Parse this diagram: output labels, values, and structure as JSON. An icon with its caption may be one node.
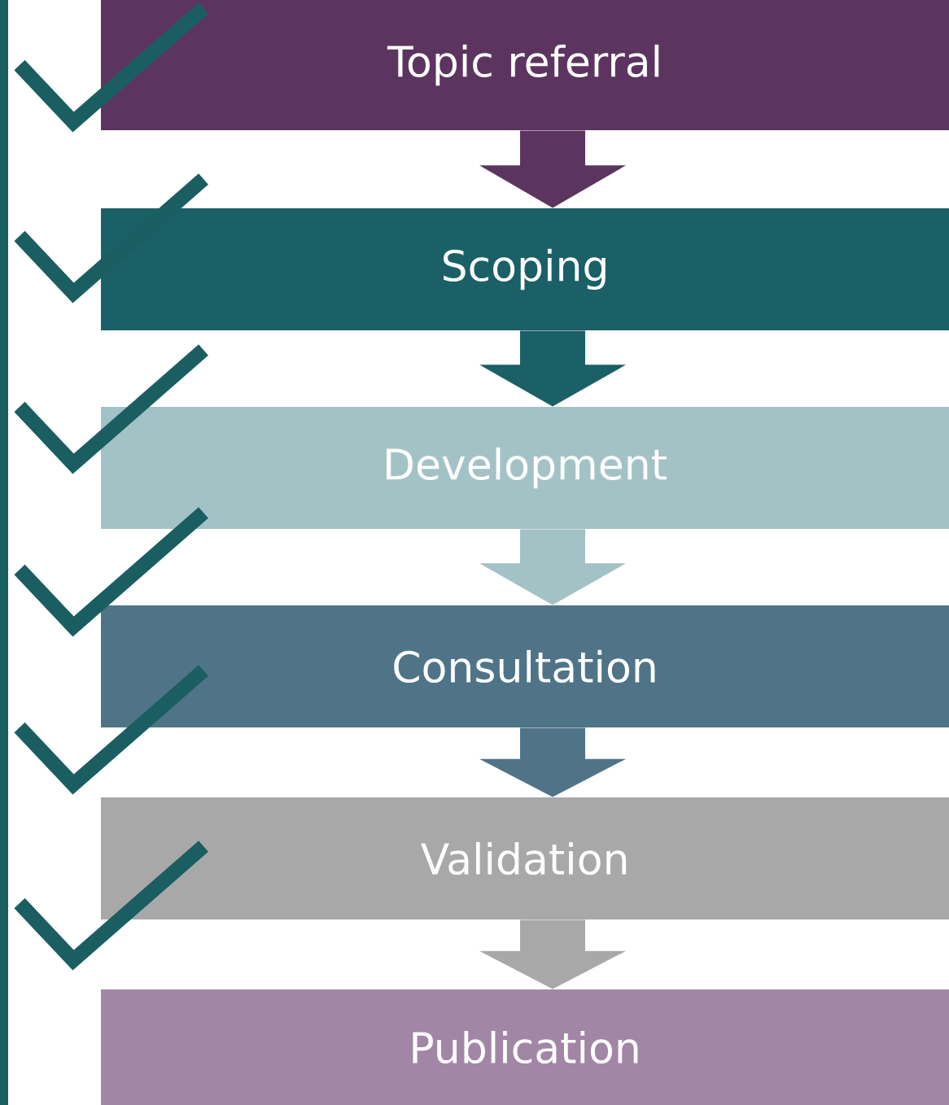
{
  "diagram": {
    "nodes": [
      {
        "text": [
          "Topic referral"
        ]
      },
      {
        "text": [
          "Scoping"
        ]
      },
      {
        "text": [
          "Development"
        ]
      },
      {
        "text": [
          "Consultation"
        ]
      },
      {
        "text": [
          "Validation"
        ]
      },
      {
        "text": [
          "Publication"
        ]
      }
    ],
    "edges": [
      {
        "from": 0,
        "to": 1,
        "arrow": "to",
        "color": "#5b3560"
      },
      {
        "from": 1,
        "to": 2,
        "arrow": "to",
        "color": "#1a6066"
      },
      {
        "from": 2,
        "to": 3,
        "arrow": "to",
        "color": "#a3c2c6"
      },
      {
        "from": 3,
        "to": 4,
        "arrow": "to",
        "color": "#4f7488"
      },
      {
        "from": 4,
        "to": 5,
        "arrow": "to",
        "color": "#a8a8a8"
      }
    ]
  }
}
